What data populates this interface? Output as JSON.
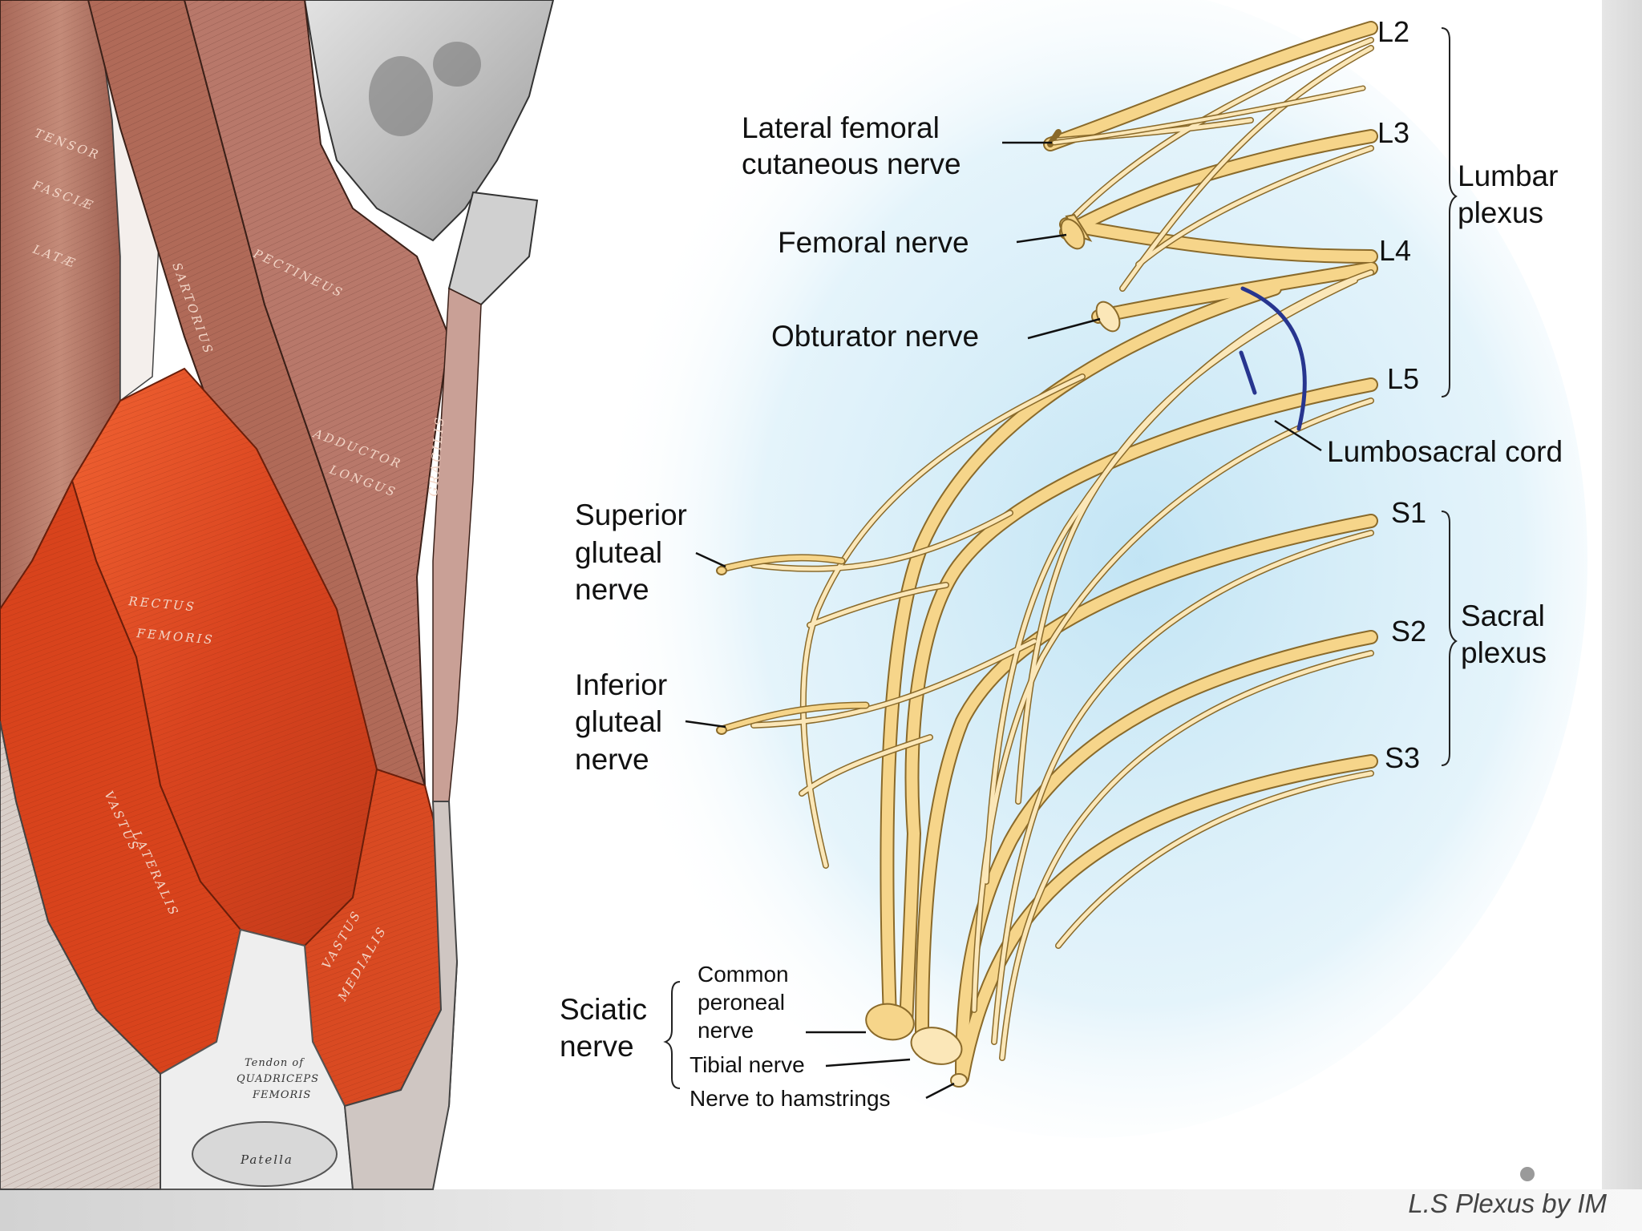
{
  "labels": {
    "lateral_femoral_1": "Lateral femoral",
    "lateral_femoral_2": "cutaneous nerve",
    "femoral": "Femoral nerve",
    "obturator": "Obturator nerve",
    "superior_gluteal_1": "Superior",
    "superior_gluteal_2": "gluteal",
    "superior_gluteal_3": "nerve",
    "inferior_gluteal_1": "Inferior",
    "inferior_gluteal_2": "gluteal",
    "inferior_gluteal_3": "nerve",
    "sciatic_1": "Sciatic",
    "sciatic_2": "nerve",
    "common_peroneal_1": "Common",
    "common_peroneal_2": "peroneal",
    "common_peroneal_3": "nerve",
    "tibial": "Tibial nerve",
    "hamstrings": "Nerve to hamstrings",
    "lumbosacral_cord": "Lumbosacral cord",
    "lumbar_plexus_1": "Lumbar",
    "lumbar_plexus_2": "plexus",
    "sacral_plexus_1": "Sacral",
    "sacral_plexus_2": "plexus"
  },
  "roots": [
    "L2",
    "L3",
    "L4",
    "L5",
    "S1",
    "S2",
    "S3"
  ],
  "muscles": {
    "tensor": "TENSOR",
    "fasciae": "FASCIÆ",
    "latae": "LATÆ",
    "sartorius": "SARTORIUS",
    "pectineus": "PECTINEUS",
    "adductor": "ADDUCTOR",
    "longus": "LONGUS",
    "gracilis": "GRACILIS",
    "rectus": "RECTUS",
    "femoris": "FEMORIS",
    "vastus_lat_1": "VASTUS",
    "vastus_lat_2": "LATERALIS",
    "vastus_med_1": "VASTUS",
    "vastus_med_2": "MEDIALIS",
    "tendon_1": "Tendon of",
    "tendon_2": "QUADRICEPS",
    "tendon_3": "FEMORIS",
    "patella": "Patella"
  },
  "colors": {
    "nerve_fill": "#f6d58a",
    "nerve_light": "#fbe7b8",
    "nerve_stroke": "#8a6a2a",
    "lumbosacral_cord": "#27358f",
    "background_glow": "#bfe3f4",
    "muscle_red": "#e8502a",
    "muscle_brown": "#b87a6a"
  },
  "footer": {
    "caption": "L.S Plexus by IM"
  }
}
